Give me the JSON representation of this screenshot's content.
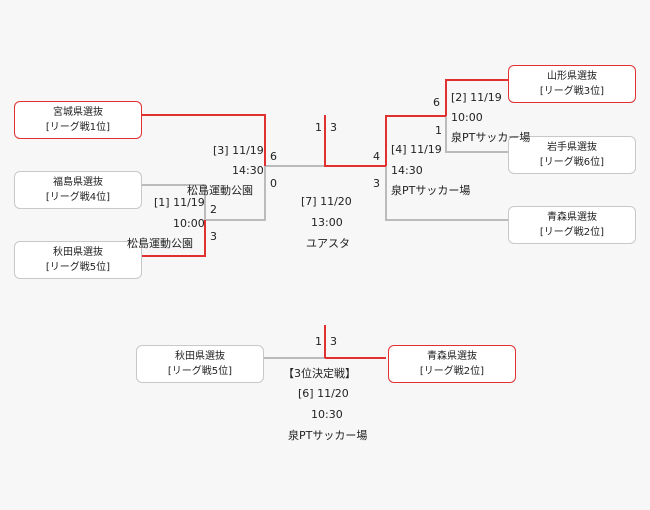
{
  "teams": {
    "miyagi": {
      "name": "宮城県選抜",
      "record": "[リーグ戦1位]"
    },
    "fukushima": {
      "name": "福島県選抜",
      "record": "[リーグ戦4位]"
    },
    "akita": {
      "name": "秋田県選抜",
      "record": "[リーグ戦5位]"
    },
    "yamagata": {
      "name": "山形県選抜",
      "record": "[リーグ戦3位]"
    },
    "iwate": {
      "name": "岩手県選抜",
      "record": "[リーグ戦6位]"
    },
    "aomori": {
      "name": "青森県選抜",
      "record": "[リーグ戦2位]"
    },
    "akita_3rd": {
      "name": "秋田県選抜",
      "record": "[リーグ戦5位]"
    },
    "aomori_3rd": {
      "name": "青森県選抜",
      "record": "[リーグ戦2位]"
    }
  },
  "matches": {
    "m1": {
      "date": "[1] 11/19",
      "time": "10:00",
      "venue": "松島運動公園",
      "score_top": "2",
      "score_bottom": "3"
    },
    "m2": {
      "date": "[2] 11/19",
      "time": "10:00",
      "venue": "泉PTサッカー場",
      "score_top": "6",
      "score_bottom": "1"
    },
    "m3": {
      "date": "[3] 11/19",
      "time": "14:30",
      "venue": "松島運動公園",
      "score_top": "6",
      "score_bottom": "0"
    },
    "m4": {
      "date": "[4] 11/19",
      "time": "14:30",
      "venue": "泉PTサッカー場",
      "score_top": "4",
      "score_bottom": "3"
    },
    "m7": {
      "date": "[7] 11/20",
      "time": "13:00",
      "venue": "ユアスタ",
      "score_left": "1",
      "score_right": "3"
    },
    "m6": {
      "title": "【3位決定戦】",
      "date": "[6] 11/20",
      "time": "10:30",
      "venue": "泉PTサッカー場",
      "score_left": "1",
      "score_right": "3"
    }
  },
  "colors": {
    "winner": "#e03030",
    "loser": "#bbbbbb"
  }
}
